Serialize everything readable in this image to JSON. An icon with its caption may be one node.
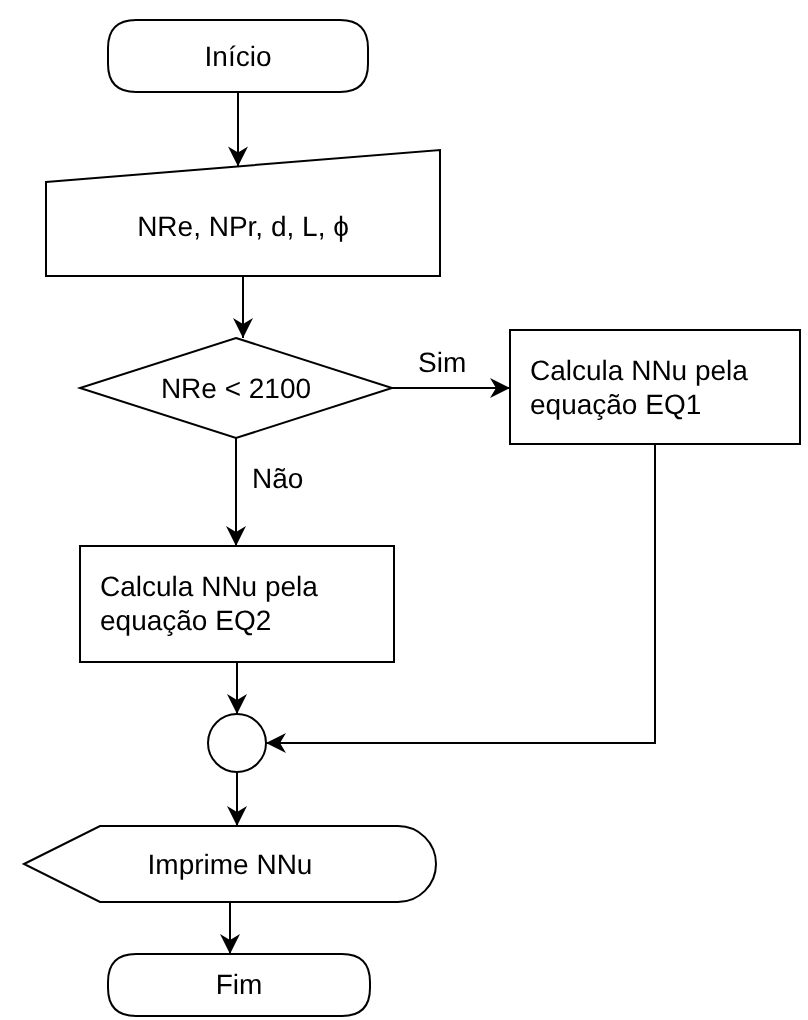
{
  "diagram": {
    "nodes": [
      {
        "text": [
          "Início"
        ]
      },
      {
        "text": [
          "NRe, NPr, d, L, ϕ"
        ]
      },
      {
        "text": [
          "NRe < 2100"
        ]
      },
      {
        "text": [
          "Calcula NNu pela equação EQ1"
        ]
      },
      {
        "text": [
          "Calcula NNu pela equação EQ2"
        ]
      },
      {
        "text": [],
        "shape": "circle"
      },
      {
        "text": [
          "Imprime NNu"
        ]
      },
      {
        "text": [
          "Fim"
        ]
      }
    ],
    "edges": [
      {
        "from": 0,
        "to": 1,
        "arrow": "to"
      },
      {
        "from": 1,
        "to": 2,
        "arrow": "to"
      },
      {
        "from": 2,
        "to": 3,
        "arrow": "to",
        "label": "Sim"
      },
      {
        "from": 2,
        "to": 4,
        "arrow": "to",
        "label": "Não"
      },
      {
        "from": 4,
        "to": 5,
        "arrow": "to"
      },
      {
        "from": 3,
        "to": 5,
        "arrow": "to"
      },
      {
        "from": 5,
        "to": 6,
        "arrow": "to"
      },
      {
        "from": 6,
        "to": 7,
        "arrow": "to"
      }
    ]
  }
}
